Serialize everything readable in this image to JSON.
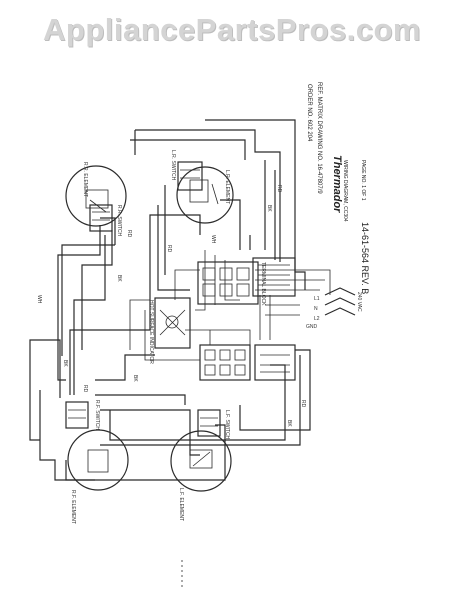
{
  "watermark": "AppliancePartsPros.com",
  "title_block": {
    "brand": "Thermador",
    "ref_line": "REF. MATRIX DRAWING NO. 16-47807/9",
    "order_line": "ORDER NO. 602 204",
    "diagram_line": "WIRING DIAGRAM, CC304",
    "page_line": "PAGE NO. 1  OF  1",
    "doc_number": "14-61-564 REV. B"
  },
  "components": {
    "rr_burner": "R.R. ELEMENT",
    "lr_burner": "L.R. ELEMENT",
    "rf_burner": "R.F. ELEMENT",
    "lf_burner": "L.F. ELEMENT",
    "rr_switch": "R.R. SWITCH",
    "lr_switch": "L.R. SWITCH",
    "rf_switch": "R.F. SWITCH",
    "lf_switch": "L.F. SWITCH",
    "hot_indicator": "HOT SURFACE INDICATOR",
    "terminal_block": "TERMINAL BLOCK"
  },
  "wire_labels": [
    "BK",
    "RD",
    "WH",
    "BK",
    "RD",
    "BK",
    "RD",
    "WH",
    "BK",
    "RD",
    "BK",
    "RD"
  ],
  "supply_labels": [
    "L1",
    "N",
    "L2",
    "GND"
  ],
  "supply_voltage": "240 VAC"
}
